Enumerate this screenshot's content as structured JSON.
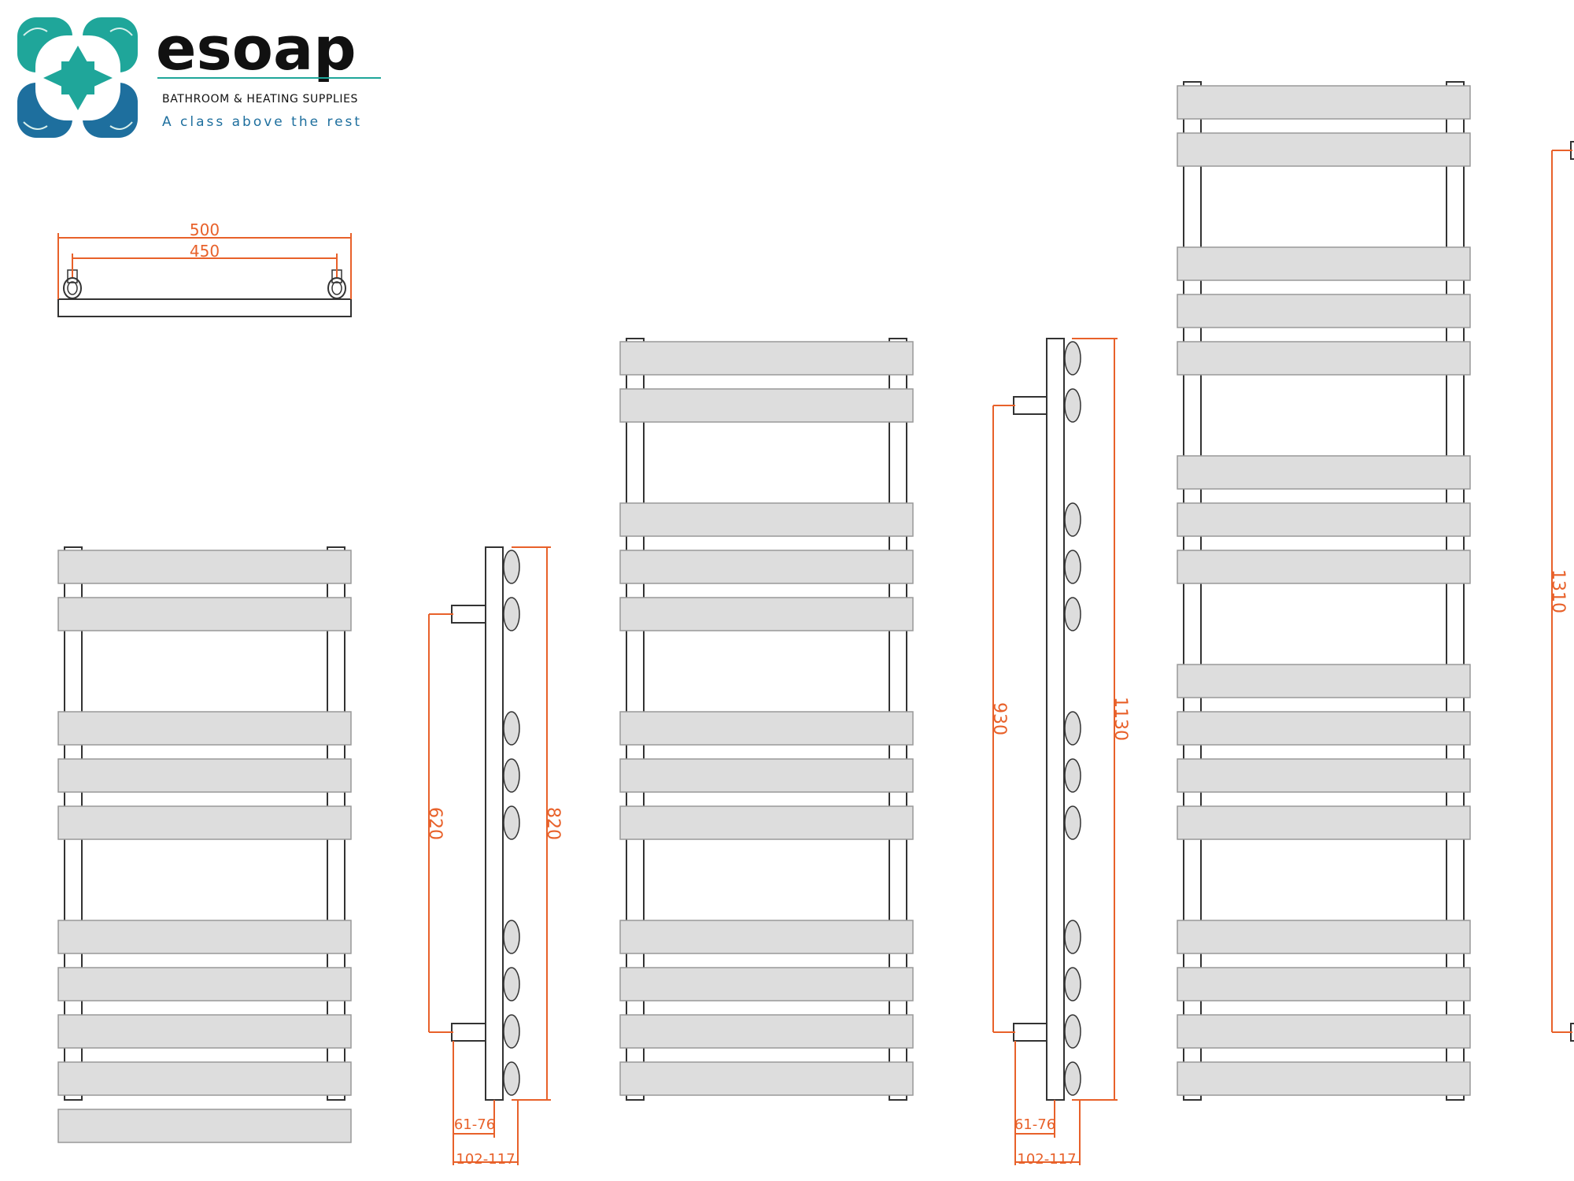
{
  "logo": {
    "wordmark": "esoap",
    "subtitle": "BATHROOM & HEATING SUPPLIES",
    "tagline": "A class above the rest",
    "colors": {
      "teal": "#1fa69a",
      "blue": "#1e6f9e",
      "dark": "#111111"
    }
  },
  "colors": {
    "dimension": "#e8612a",
    "outline": "#333333",
    "bar_fill": "#dddddd",
    "bar_stroke": "#999999"
  },
  "top_view": {
    "overall_width": "500",
    "pipe_centres": "450"
  },
  "elevations": [
    {
      "bars": 10
    },
    {
      "bars": 12
    },
    {
      "bars": 16
    }
  ],
  "side_views": [
    {
      "overall_height": "820",
      "pipe_centres": "620",
      "wall_offset": "61-76",
      "overall_depth": "102-117"
    },
    {
      "overall_height": "1130",
      "pipe_centres": "930",
      "wall_offset": "61-76",
      "overall_depth": "102-117"
    },
    {
      "overall_height": "1310"
    }
  ]
}
